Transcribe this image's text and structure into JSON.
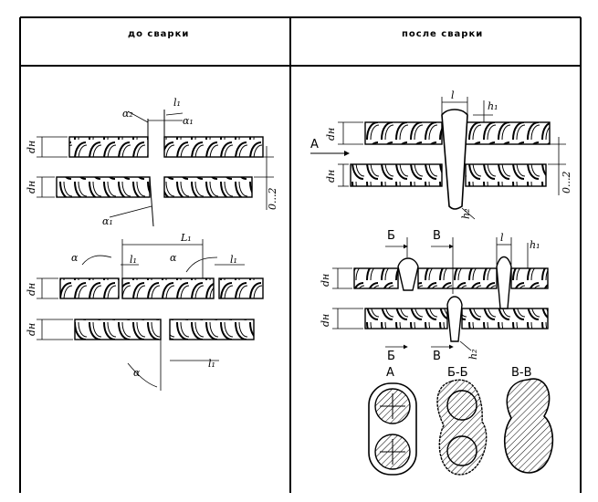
{
  "headers": {
    "left": "до сварки",
    "right": "после сварки"
  },
  "labels": {
    "alpha2": "α₂",
    "alpha1_top": "α₁",
    "l1_top": "l₁",
    "dn_1": "dн",
    "dn_2": "dн",
    "gap": "0...2",
    "alpha1_bottom": "α₁",
    "L1": "L₁",
    "alpha_left": "α",
    "alpha_mid": "α",
    "l1_b1": "l₁",
    "l1_b2": "l₁",
    "l1_b3": "l₁",
    "dn_3": "dн",
    "dn_4": "dн",
    "alpha_bottom": "α",
    "r_l_top": "l",
    "r_h1_top": "h₁",
    "r_A": "А",
    "r_dn_1": "dн",
    "r_dn_2": "dн",
    "r_gap": "0...2",
    "r_h2_top": "h₂",
    "r_B_top": "Б",
    "r_V_top": "В",
    "r_l_mid": "l",
    "r_h1_mid": "h₁",
    "r_dn_3": "dн",
    "r_dn_4": "dн",
    "r_B_bot": "Б",
    "r_V_bot": "В",
    "r_h2_mid": "h₂",
    "sec_A": "А",
    "sec_BB": "Б-Б",
    "sec_VV": "В-В"
  }
}
